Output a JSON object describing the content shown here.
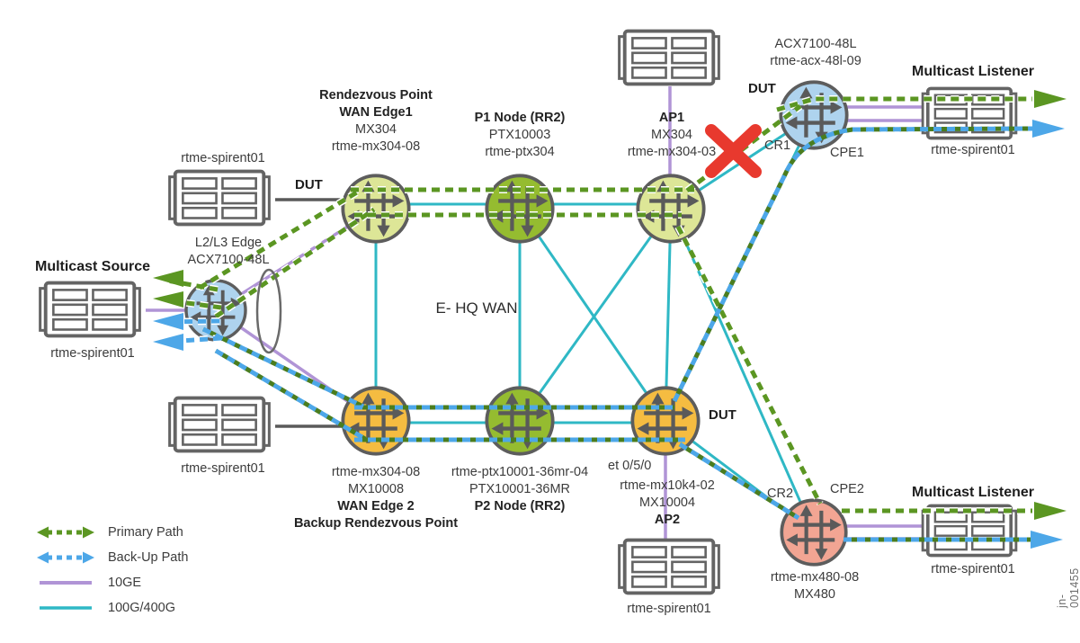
{
  "core_label": "E- HQ WAN",
  "watermark": "jn-001455",
  "spirent": "rtme-spirent01",
  "titles": {
    "source": "Multicast Source",
    "listener": "Multicast Listener"
  },
  "tags": {
    "dut": "DUT",
    "cr1": "CR1",
    "cpe1": "CPE1",
    "cr2": "CR2",
    "cpe2": "CPE2",
    "port": "et 0/5/0"
  },
  "legend": {
    "primary": "Primary Path",
    "backup": "Back-Up Path",
    "ten_ge": "10GE",
    "hundred_ge": "100G/400G"
  },
  "colors": {
    "primary_path": "#5b9622",
    "backup_path": "#4da7e8",
    "link_10ge": "#b094d6",
    "link_100g_400g": "#2fb8c5",
    "failure_x": "#e8392e",
    "router_light_green": "#dde697",
    "router_olive": "#95bc30",
    "router_orange": "#f5bc41",
    "router_blue": "#aed3ee",
    "router_salmon": "#f2a593"
  },
  "nodes": {
    "wan_edge1": {
      "role1": "Rendezvous Point",
      "role2": "WAN Edge1",
      "model": "MX304",
      "host": "rtme-mx304-08"
    },
    "p1": {
      "role": "P1 Node (RR2)",
      "model": "PTX10003",
      "host": "rtme-ptx304"
    },
    "ap1": {
      "role": "AP1",
      "model": "MX304",
      "host": "rtme-mx304-03"
    },
    "cpe1": {
      "model": "ACX7100-48L",
      "host": "rtme-acx-48l-09"
    },
    "l2l3": {
      "role": "L2/L3 Edge",
      "model": "ACX7100-48L"
    },
    "wan_edge2": {
      "host": "rtme-mx304-08",
      "model": "MX10008",
      "role1": "WAN Edge 2",
      "role2": "Backup Rendezvous Point"
    },
    "p2": {
      "host": "rtme-ptx10001-36mr-04",
      "model": "PTX10001-36MR",
      "role": "P2 Node (RR2)"
    },
    "ap2": {
      "host": "rtme-mx10k4-02",
      "model": "MX10004",
      "role": "AP2"
    },
    "mx480": {
      "host": "rtme-mx480-08",
      "model": "MX480"
    }
  }
}
